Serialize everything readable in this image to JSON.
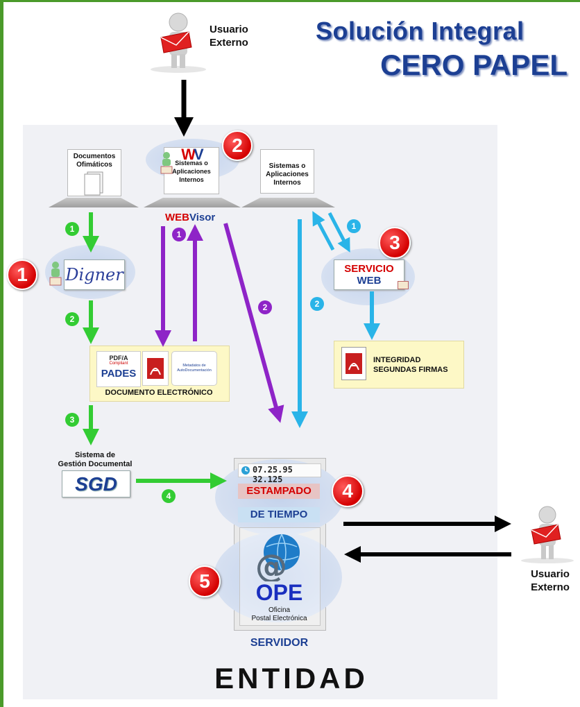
{
  "title": {
    "line1": "Solución Integral",
    "line2": "CERO PAPEL"
  },
  "external_user_top": {
    "line1": "Usuario",
    "line2": "Externo"
  },
  "external_user_right": {
    "line1": "Usuario",
    "line2": "Externo"
  },
  "docs_ofimaticos": {
    "line1": "Documentos",
    "line2": "Ofimáticos"
  },
  "sistemas_internos_center": {
    "line1": "Sistemas o",
    "line2": "Aplicaciones",
    "line3": "Internos",
    "logo": "W"
  },
  "sistemas_internos_right": {
    "line1": "Sistemas o",
    "line2": "Aplicaciones",
    "line3": "Internos"
  },
  "webvisor": {
    "part1": "WEB",
    "part2": "Visor"
  },
  "signer": {
    "logo": "Digner"
  },
  "servicio_web": {
    "line1": "SERVICIO",
    "line2": "WEB"
  },
  "integridad": {
    "line1": "INTEGRIDAD",
    "line2": "SEGUNDAS FIRMAS"
  },
  "documento": {
    "pdfa": "PDF/A",
    "compliant": "Compliant",
    "pades": "PADES",
    "metadata": "Metadatos de AutoDocumentación",
    "label": "DOCUMENTO ELECTRÓNICO"
  },
  "sgd": {
    "line1": "Sistema de",
    "line2": "Gestión Documental",
    "logo": "SGD"
  },
  "timestamp": {
    "clock": "07.25.95 32.125",
    "line1": "ESTAMPADO",
    "line2": "DE TIEMPO"
  },
  "ope": {
    "logo": "OPE",
    "line1": "Oficina",
    "line2": "Postal Electrónica"
  },
  "servidor": "SERVIDOR",
  "entidad": "ENTIDAD",
  "red_numbers": [
    "1",
    "2",
    "3",
    "4",
    "5"
  ],
  "step_numbers": {
    "green": [
      "1",
      "2",
      "3",
      "4"
    ],
    "purple": [
      "1",
      "2"
    ],
    "cyan": [
      "1",
      "2"
    ]
  },
  "colors": {
    "green": "#33cc33",
    "purple": "#8e24c7",
    "cyan": "#2ab4e8",
    "title": "#1c3f93",
    "red": "#d40000"
  }
}
